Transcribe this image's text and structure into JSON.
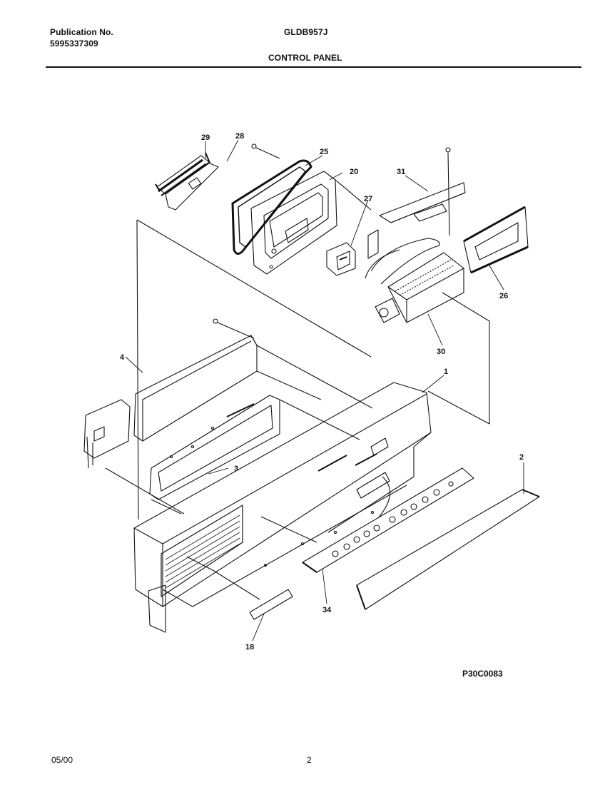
{
  "header": {
    "publication_label": "Publication No.",
    "publication_number": "5995337309",
    "model": "GLDB957J",
    "section_title": "CONTROL PANEL"
  },
  "callouts": {
    "c1": "1",
    "c2": "2",
    "c3": "3",
    "c4": "4",
    "c18": "18",
    "c20": "20",
    "c25": "25",
    "c26": "26",
    "c27": "27",
    "c28": "28",
    "c29": "29",
    "c30": "30",
    "c31": "31",
    "c34": "34"
  },
  "figure_code": "P30C0083",
  "footer": {
    "date": "05/00",
    "page": "2"
  }
}
